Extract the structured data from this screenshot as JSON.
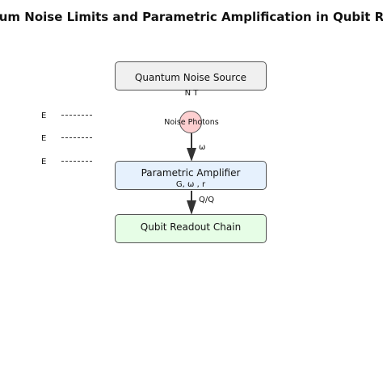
{
  "title": "um Noise Limits and Parametric Amplification in Qubit R",
  "blocks": {
    "source": {
      "label": "Quantum Noise Source",
      "sublabel": "N T",
      "fill": "#f0f0f0"
    },
    "amplifier": {
      "label": "Parametric Amplifier",
      "sublabel": "G, ω , r",
      "fill": "#e6f1fd"
    },
    "readout": {
      "label": "Qubit Readout Chain",
      "fill": "#e6fde6"
    }
  },
  "photon": {
    "label": "Noise Photons",
    "fill": "#fdcfd0"
  },
  "arrows": {
    "top_label": "ω",
    "bottom_label": "Q/Q"
  },
  "energy_levels": [
    "E",
    "E",
    "E"
  ],
  "colors": {
    "border": "#555555",
    "arrow": "#333333"
  }
}
